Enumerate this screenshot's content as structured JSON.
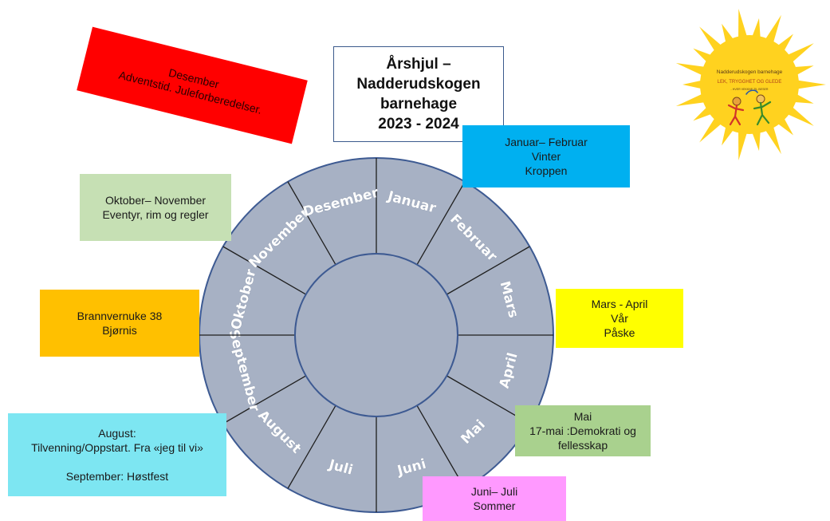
{
  "title": {
    "lines": [
      "Årshjul –",
      "Nadderudskogen",
      "barnehage",
      "2023  - 2024"
    ]
  },
  "wheel": {
    "months": [
      "Januar",
      "Februar",
      "Mars",
      "April",
      "Mai",
      "Juni",
      "Juli",
      "August",
      "September",
      "Oktober",
      "November",
      "Desember"
    ],
    "ring_color": "#a7b1c4",
    "line_color": "#1f1f1f",
    "outline_color": "#3d5a92"
  },
  "notes": {
    "desember": {
      "lines": [
        "Desember",
        "Adventstid. Juleforberedelser."
      ],
      "color": "#ff0000"
    },
    "januar": {
      "lines": [
        "Januar– Februar",
        "Vinter",
        "Kroppen"
      ],
      "color": "#00b0f0"
    },
    "oktober": {
      "lines": [
        "Oktober– November",
        "Eventyr, rim og regler"
      ],
      "color": "#c6e0b4"
    },
    "brannvern": {
      "lines": [
        "Brannvernuke 38",
        "Bjørnis"
      ],
      "color": "#ffc000"
    },
    "mars": {
      "lines": [
        "Mars - April",
        "Vår",
        "Påske"
      ],
      "color": "#ffff00"
    },
    "august": {
      "lines": [
        "August:",
        "Tilvenning/Oppstart. Fra «jeg til vi»",
        "",
        "September: Høstfest"
      ],
      "color": "#7de6f2"
    },
    "mai": {
      "lines": [
        "Mai",
        "17-mai :Demokrati og",
        "fellesskap"
      ],
      "color": "#a9d18e"
    },
    "juni": {
      "lines": [
        "Juni– Juli",
        "Sommer"
      ],
      "color": "#ff99ff"
    }
  },
  "logo": {
    "lines": [
      "Nadderudskogen barnehage",
      "LEK, TRYGGHET OG GLEDE",
      "- HVER VEKKNE TIL BESER"
    ],
    "color": "#ffd21f"
  }
}
